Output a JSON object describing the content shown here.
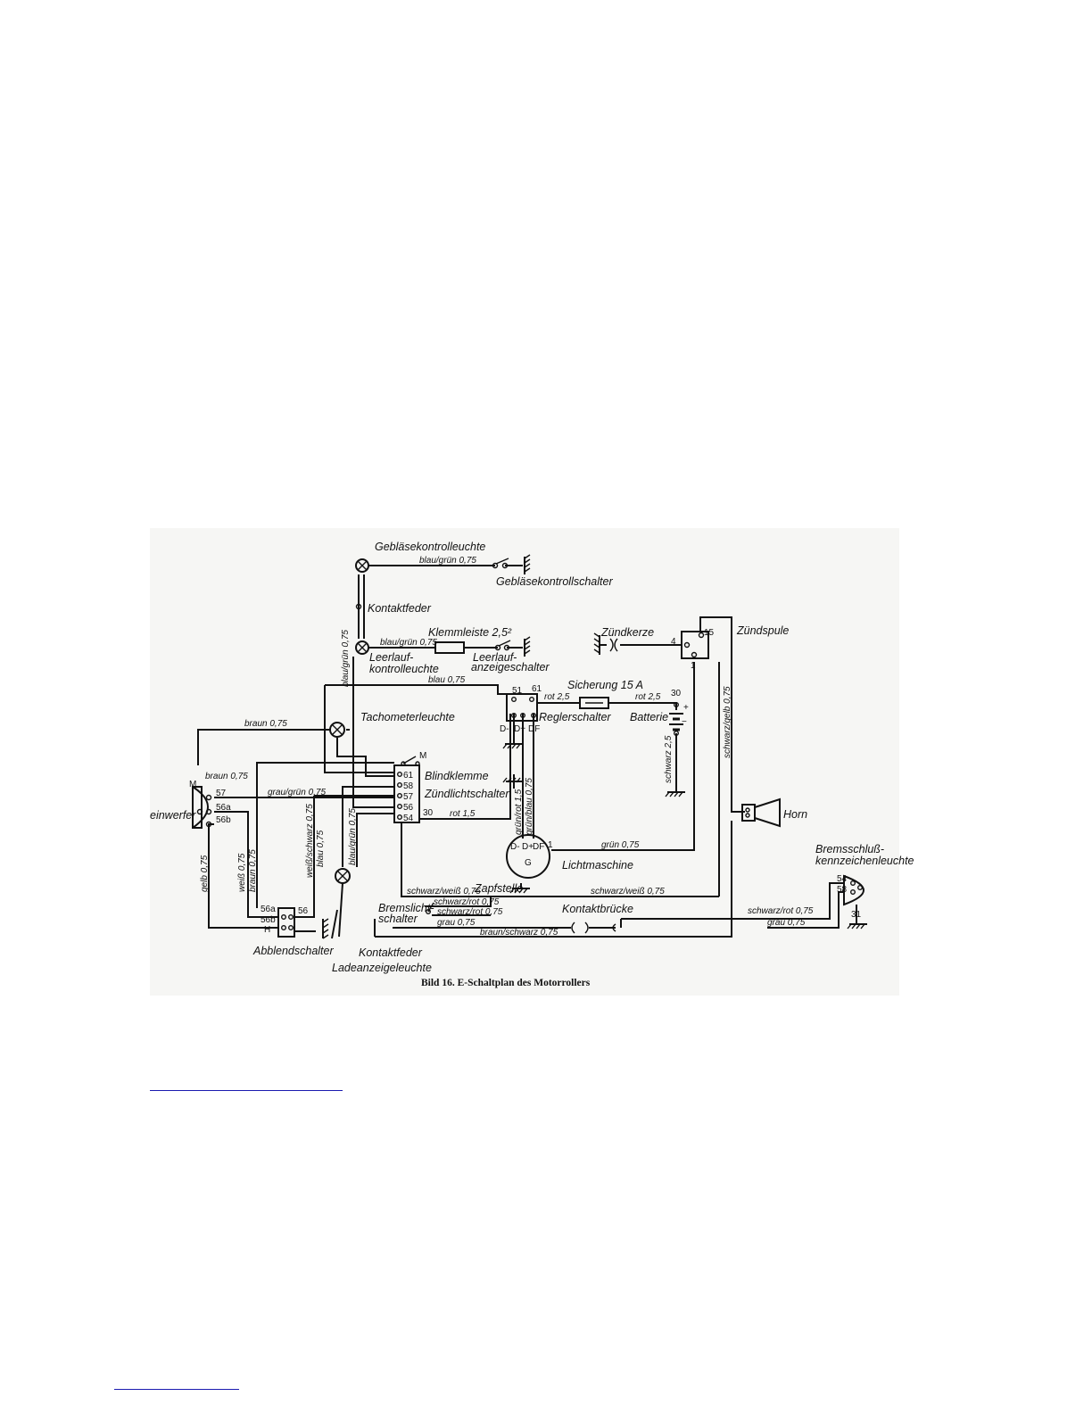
{
  "caption": "Bild 16. E-Schaltplan des Motorrollers",
  "components": {
    "geblaesekontrollleuchte": "Gebläsekontrolleuchte",
    "geblaesekontrollschalter": "Gebläsekontrollschalter",
    "kontaktfeder_top": "Kontaktfeder",
    "klemmleiste": "Klemmleiste 2,5²",
    "leerlaufkontrollleuchte_1": "Leerlauf-",
    "leerlaufkontrollleuchte_2": "kontrolleuchte",
    "leerlaufanzeigeschalter_1": "Leerlauf-",
    "leerlaufanzeigeschalter_2": "anzeigeschalter",
    "zuendkerze": "Zündkerze",
    "zuendspule": "Zündspule",
    "sicherung": "Sicherung 15 A",
    "reglerschalter": "Reglerschalter",
    "batterie": "Batterie",
    "tachometerleuchte": "Tachometerleuchte",
    "blindklemme": "Blindklemme",
    "zuendlichtschalter": "Zündlichtschalter",
    "scheinwerfer": "einwerfer",
    "horn": "Horn",
    "lichtmaschine": "Lichtmaschine",
    "bremsschluss_1": "Bremsschluß-",
    "bremsschluss_2": "kennzeichenleuchte",
    "zapfstelle": "Zapfstelle",
    "bremslichtschalter_1": "Bremslicht-",
    "bremslichtschalter_2": "schalter",
    "kontaktbruecke": "Kontaktbrücke",
    "abblendschalter": "Abblendschalter",
    "kontaktfeder_bottom": "Kontaktfeder",
    "ladeanzeigeleuchte": "Ladeanzeigeleuchte"
  },
  "wires": {
    "w_blau_gruen_top": "blau/grün 0,75",
    "w_blau_gruen_vert": "blau/grün 0,75",
    "w_blau_gruen_mid": "blau/grün 0,75",
    "w_blau": "blau 0,75",
    "w_rot_regler": "rot 2,5",
    "w_rot_batt": "rot 2,5",
    "w_braun_top": "braun 0,75",
    "w_braun_scheinw": "braun 0,75",
    "w_grau_gruen": "grau/grün 0,75",
    "w_rot_zuend": "rot 1,5",
    "w_gelb": "gelb 0,75",
    "w_weiss": "weiß 0,75",
    "w_braun_vert": "braun 0,75",
    "w_weiss_schwarz": "weiß/schwarz 0,75",
    "w_blau_vert": "blau 0,75",
    "w_blau_gruen_low": "blau/grün 0,75",
    "w_gruen_rot": "grün/rot 1,5",
    "w_gruen_blau": "grün/blau 0,75",
    "w_schwarz": "schwarz 2,5",
    "w_schwarz_gelb": "schwarz/gelb 0,75",
    "w_gruen": "grün 0,75",
    "w_schwarz_weiss_l": "schwarz/weiß 0,75",
    "w_schwarz_weiss_r": "schwarz/weiß 0,75",
    "w_schwarz_rot_1": "schwarz/rot 0,75",
    "w_schwarz_rot_2": "schwarz/rot 0,75",
    "w_grau_l": "grau 0,75",
    "w_braun_schwarz": "braun/schwarz 0,75",
    "w_schwarz_rot_r": "schwarz/rot 0,75",
    "w_grau_r": "grau 0,75"
  },
  "terminals": {
    "t_zspule_4": "4",
    "t_zspule_15": "15",
    "t_zspule_1": "1",
    "t_regler_51": "51",
    "t_regler_61": "61",
    "t_regler_d_minus": "D-",
    "t_regler_d_plus": "D+",
    "t_regler_df": "DF",
    "t_batt_30": "30",
    "t_batt_plus": "+",
    "t_batt_minus": "−",
    "t_m": "M",
    "t_z_61": "61",
    "t_z_58": "58",
    "t_z_57": "57",
    "t_z_56": "56",
    "t_z_54": "54",
    "t_z_30": "30",
    "t_sw_m": "M",
    "t_sw_57": "57",
    "t_sw_56a": "56a",
    "t_sw_56b": "56b",
    "t_lm_dminus": "D-",
    "t_lm_dplus": "D+",
    "t_lm_df": "DF",
    "t_lm_g": "G",
    "t_lm_1": "1",
    "t_ab_56a": "56a",
    "t_ab_56b": "56b",
    "t_ab_h": "H",
    "t_ab_56": "56",
    "t_bk_54": "54",
    "t_bk_58": "58",
    "t_bk_31": "31"
  },
  "colors": {
    "ink": "#111111",
    "paper": "#f6f6f4",
    "link_rule": "#1a1ab0"
  }
}
